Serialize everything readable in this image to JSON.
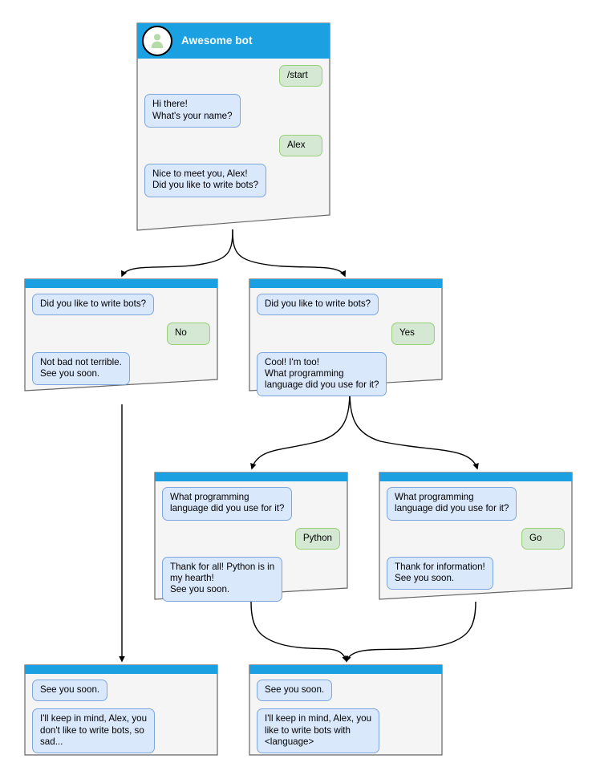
{
  "diagram": {
    "title": "Awesome bot chatbot conversation flow",
    "colors": {
      "titlebar": "#1ba1e2",
      "node_fill": "#f5f5f5",
      "node_stroke": "#666666",
      "bot_bubble_fill": "#dae8fc",
      "bot_bubble_stroke": "#7ea6e0",
      "user_bubble_fill": "#d5e8d4",
      "user_bubble_stroke": "#97d077",
      "avatar_person": "#b5dbab",
      "edge": "#000000",
      "background": "#ffffff"
    }
  },
  "nodes": [
    {
      "id": "start",
      "name": "start-node",
      "header": {
        "type": "avatar",
        "title": "Awesome bot",
        "avatar_icon": "person-avatar-icon"
      },
      "messages": [
        {
          "side": "right",
          "role": "user",
          "text": "/start"
        },
        {
          "side": "left",
          "role": "bot",
          "text": "Hi there!\nWhat's your name?"
        },
        {
          "side": "right",
          "role": "user",
          "text": "Alex"
        },
        {
          "side": "left",
          "role": "bot",
          "text": "Nice to meet you, Alex!\nDid you like to write bots?"
        }
      ]
    },
    {
      "id": "answer-no",
      "name": "answer-no-node",
      "header": {
        "type": "bar"
      },
      "messages": [
        {
          "side": "left",
          "role": "bot",
          "text": "Did you like to write bots?"
        },
        {
          "side": "right",
          "role": "user",
          "text": "No"
        },
        {
          "side": "left",
          "role": "bot",
          "text": "Not bad not terrible.\nSee you soon."
        }
      ]
    },
    {
      "id": "answer-yes",
      "name": "answer-yes-node",
      "header": {
        "type": "bar"
      },
      "messages": [
        {
          "side": "left",
          "role": "bot",
          "text": "Did you like to write bots?"
        },
        {
          "side": "right",
          "role": "user",
          "text": "Yes"
        },
        {
          "side": "left",
          "role": "bot",
          "text": "Cool! I'm too!\nWhat programming\nlanguage did you use for it?"
        }
      ]
    },
    {
      "id": "answer-python",
      "name": "answer-python-node",
      "header": {
        "type": "bar"
      },
      "messages": [
        {
          "side": "left",
          "role": "bot",
          "text": "What programming\nlanguage did you use for it?"
        },
        {
          "side": "right",
          "role": "user",
          "text": "Python"
        },
        {
          "side": "left",
          "role": "bot",
          "text": "Thank for all! Python is in\nmy hearth!\nSee you soon."
        }
      ]
    },
    {
      "id": "answer-go",
      "name": "answer-go-node",
      "header": {
        "type": "bar"
      },
      "messages": [
        {
          "side": "left",
          "role": "bot",
          "text": "What programming\nlanguage did you use for it?"
        },
        {
          "side": "right",
          "role": "user",
          "text": "Go"
        },
        {
          "side": "left",
          "role": "bot",
          "text": "Thank for information!\nSee you soon."
        }
      ]
    },
    {
      "id": "end-sad",
      "name": "end-sad-node",
      "header": {
        "type": "bar"
      },
      "messages": [
        {
          "side": "left",
          "role": "bot",
          "text": "See you soon."
        },
        {
          "side": "left",
          "role": "bot",
          "text": "I'll keep in mind, Alex, you\ndon't like to write bots, so\nsad..."
        }
      ]
    },
    {
      "id": "end-happy",
      "name": "end-happy-node",
      "header": {
        "type": "bar"
      },
      "messages": [
        {
          "side": "left",
          "role": "bot",
          "text": "See you soon."
        },
        {
          "side": "left",
          "role": "bot",
          "text": "I'll keep in mind, Alex, you\nlike to write bots with\n<language>"
        }
      ]
    }
  ]
}
